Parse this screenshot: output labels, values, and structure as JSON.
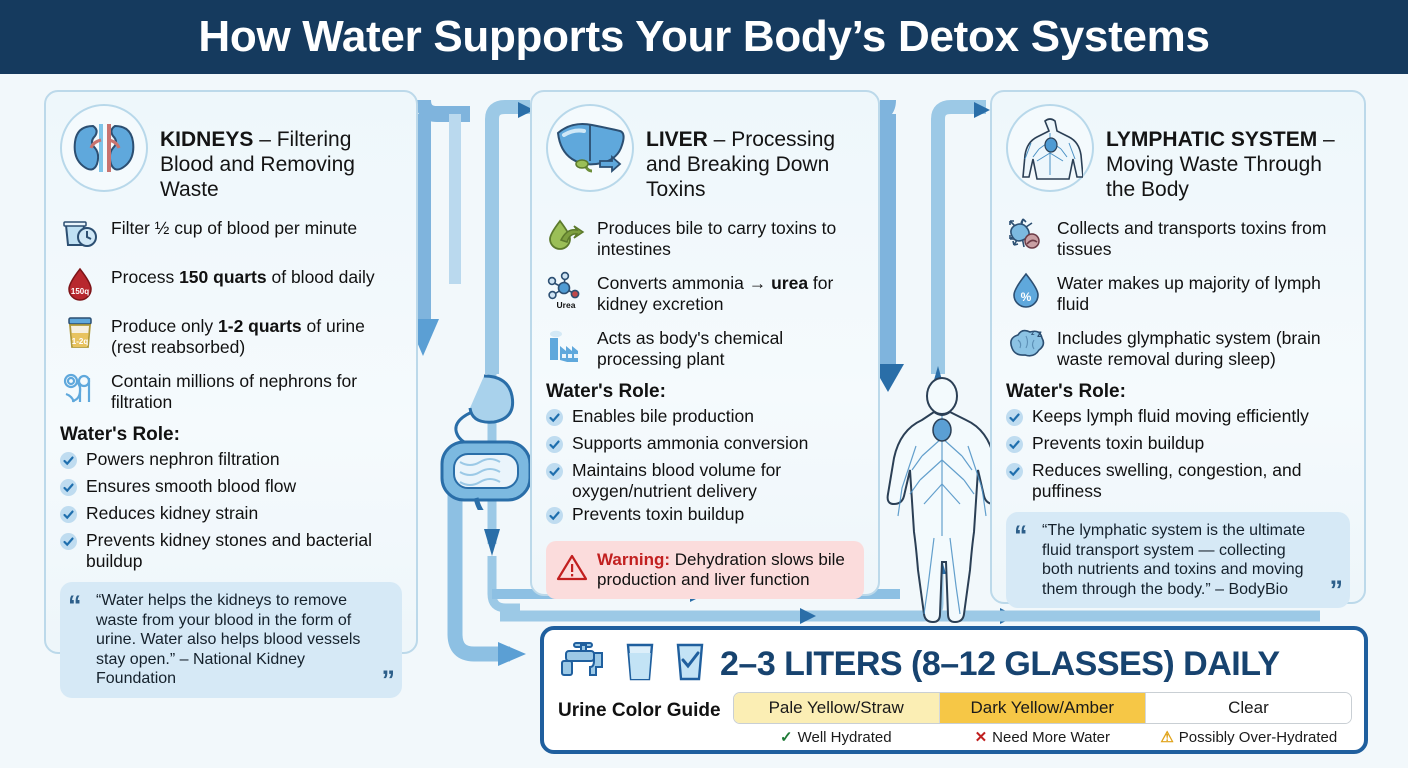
{
  "header": {
    "title": "How Water Supports Your Body’s Detox Systems"
  },
  "colors": {
    "header_bg": "#153a5e",
    "page_bg": "#f2f8fb",
    "panel_bg": "#eef7fb",
    "panel_border": "#bcd9ea",
    "arrow": "#6aa9d8",
    "arrow_dark": "#1f5f9e",
    "quote_bg": "#d6e9f6",
    "warning_bg": "#fbdcdc",
    "warning_text": "#c22020",
    "banner_border": "#1f5f9e",
    "banner_text": "#17436f",
    "pale_yellow": "#fbeeb4",
    "dark_amber": "#f5c council",
    "clear": "#ffffff"
  },
  "panels": [
    {
      "id": "kidneys",
      "icon": "kidneys-icon",
      "title_bold": "KIDNEYS",
      "title_rest": " – Filtering Blood and Removing Waste",
      "facts": [
        {
          "icon": "cup-clock-icon",
          "text": "Filter ½ cup of blood per minute"
        },
        {
          "icon": "blood-drop-150q-icon",
          "text_pre": "Process ",
          "text_bold": "150 quarts",
          "text_post": " of blood daily"
        },
        {
          "icon": "urine-sample-cup-icon",
          "text_pre": "Produce only ",
          "text_bold": "1-2 quarts",
          "text_post": " of urine (rest reabsorbed)"
        },
        {
          "icon": "nephron-icon",
          "text": "Contain millions of nephrons for filtration"
        }
      ],
      "role_title": "Water's Role:",
      "roles": [
        "Powers nephron filtration",
        "Ensures smooth blood flow",
        "Reduces kidney strain",
        "Prevents kidney stones and bacterial buildup"
      ],
      "quote": "“Water helps the kidneys to remove waste from your blood in the form of urine. Water also helps blood vessels stay open.” – National Kidney Foundation"
    },
    {
      "id": "liver",
      "icon": "liver-icon",
      "title_bold": "LIVER",
      "title_rest": " – Processing and Breaking Down Toxins",
      "facts": [
        {
          "icon": "bile-drop-arrow-icon",
          "text": "Produces bile to carry toxins to intestines"
        },
        {
          "icon": "urea-molecule-icon",
          "text_pre": "Converts ammonia → ",
          "text_bold": "urea",
          "text_post": " for kidney excretion"
        },
        {
          "icon": "factory-icon",
          "text": "Acts as body's chemical processing plant"
        }
      ],
      "role_title": "Water's Role:",
      "roles": [
        "Enables bile production",
        "Supports ammonia conversion",
        "Maintains blood volume for oxygen/nutrient delivery",
        "Prevents toxin buildup"
      ],
      "warning_label": "Warning:",
      "warning_text": " Dehydration slows bile production and liver function"
    },
    {
      "id": "lymph",
      "icon": "lymphatic-body-icon",
      "title_bold": "LYMPHATIC SYSTEM",
      "title_rest": " – Moving Waste Through the Body",
      "facts": [
        {
          "icon": "lymph-node-toxin-icon",
          "text": "Collects and transports toxins from tissues"
        },
        {
          "icon": "water-drop-percent-icon",
          "text": "Water makes up majority of lymph fluid"
        },
        {
          "icon": "brain-sleep-icon",
          "text": "Includes glymphatic system (brain waste removal during sleep)"
        }
      ],
      "role_title": "Water's Role:",
      "roles": [
        "Keeps lymph fluid moving efficiently",
        "Prevents toxin buildup",
        "Reduces swelling, congestion, and puffiness"
      ],
      "quote": "“The lymphatic system is the ultimate fluid transport system — collecting both nutrients and toxins and moving them through the body.” – BodyBio"
    }
  ],
  "center_graphic": {
    "icon": "digestive-tract-icon"
  },
  "right_graphic": {
    "icon": "lymphatic-body-full-icon"
  },
  "banner": {
    "headline": "2–3 LITERS (8–12 GLASSES) DAILY",
    "icons": [
      "faucet-icon",
      "glass-water-icon",
      "glass-check-icon"
    ],
    "urine_guide_label": "Urine Color Guide",
    "swatches": [
      {
        "label": "Pale Yellow/Straw",
        "color": "#fbeeb4",
        "note": "Well Hydrated",
        "marker": "✓",
        "marker_kind": "ok"
      },
      {
        "label": "Dark Yellow/Amber",
        "color": "#f6c746",
        "note": "Need More Water",
        "marker": "✕",
        "marker_kind": "bad"
      },
      {
        "label": "Clear",
        "color": "#ffffff",
        "note": "Possibly Over-Hydrated",
        "marker": "⚠",
        "marker_kind": "warn"
      }
    ]
  }
}
